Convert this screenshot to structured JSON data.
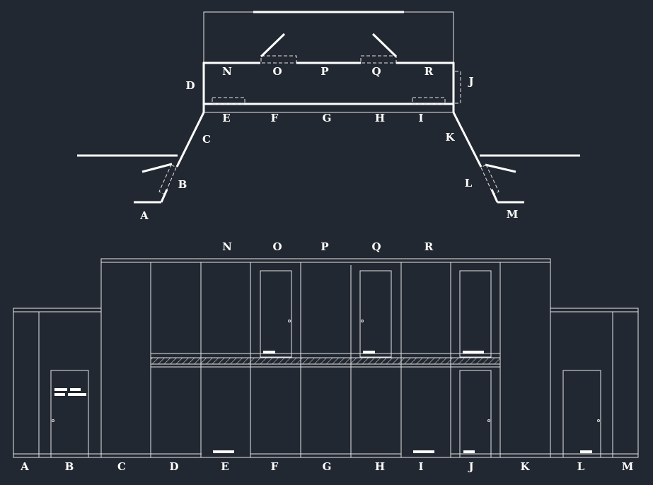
{
  "plan": {
    "labels": {
      "A": "A",
      "B": "B",
      "C": "C",
      "D": "D",
      "E": "E",
      "F": "F",
      "G": "G",
      "H": "H",
      "I": "I",
      "J": "J",
      "K": "K",
      "L": "L",
      "M": "M",
      "N": "N",
      "O": "O",
      "P": "P",
      "Q": "Q",
      "R": "R"
    }
  },
  "elevation": {
    "top_labels": {
      "N": "N",
      "O": "O",
      "P": "P",
      "Q": "Q",
      "R": "R"
    },
    "bottom_labels": {
      "A": "A",
      "B": "B",
      "C": "C",
      "D": "D",
      "E": "E",
      "F": "F",
      "G": "G",
      "H": "H",
      "I": "I",
      "J": "J",
      "K": "K",
      "L": "L",
      "M": "M"
    }
  },
  "colors": {
    "background": "#222831",
    "line": "#e6e6e6",
    "heavy_line": "#ffffff"
  }
}
